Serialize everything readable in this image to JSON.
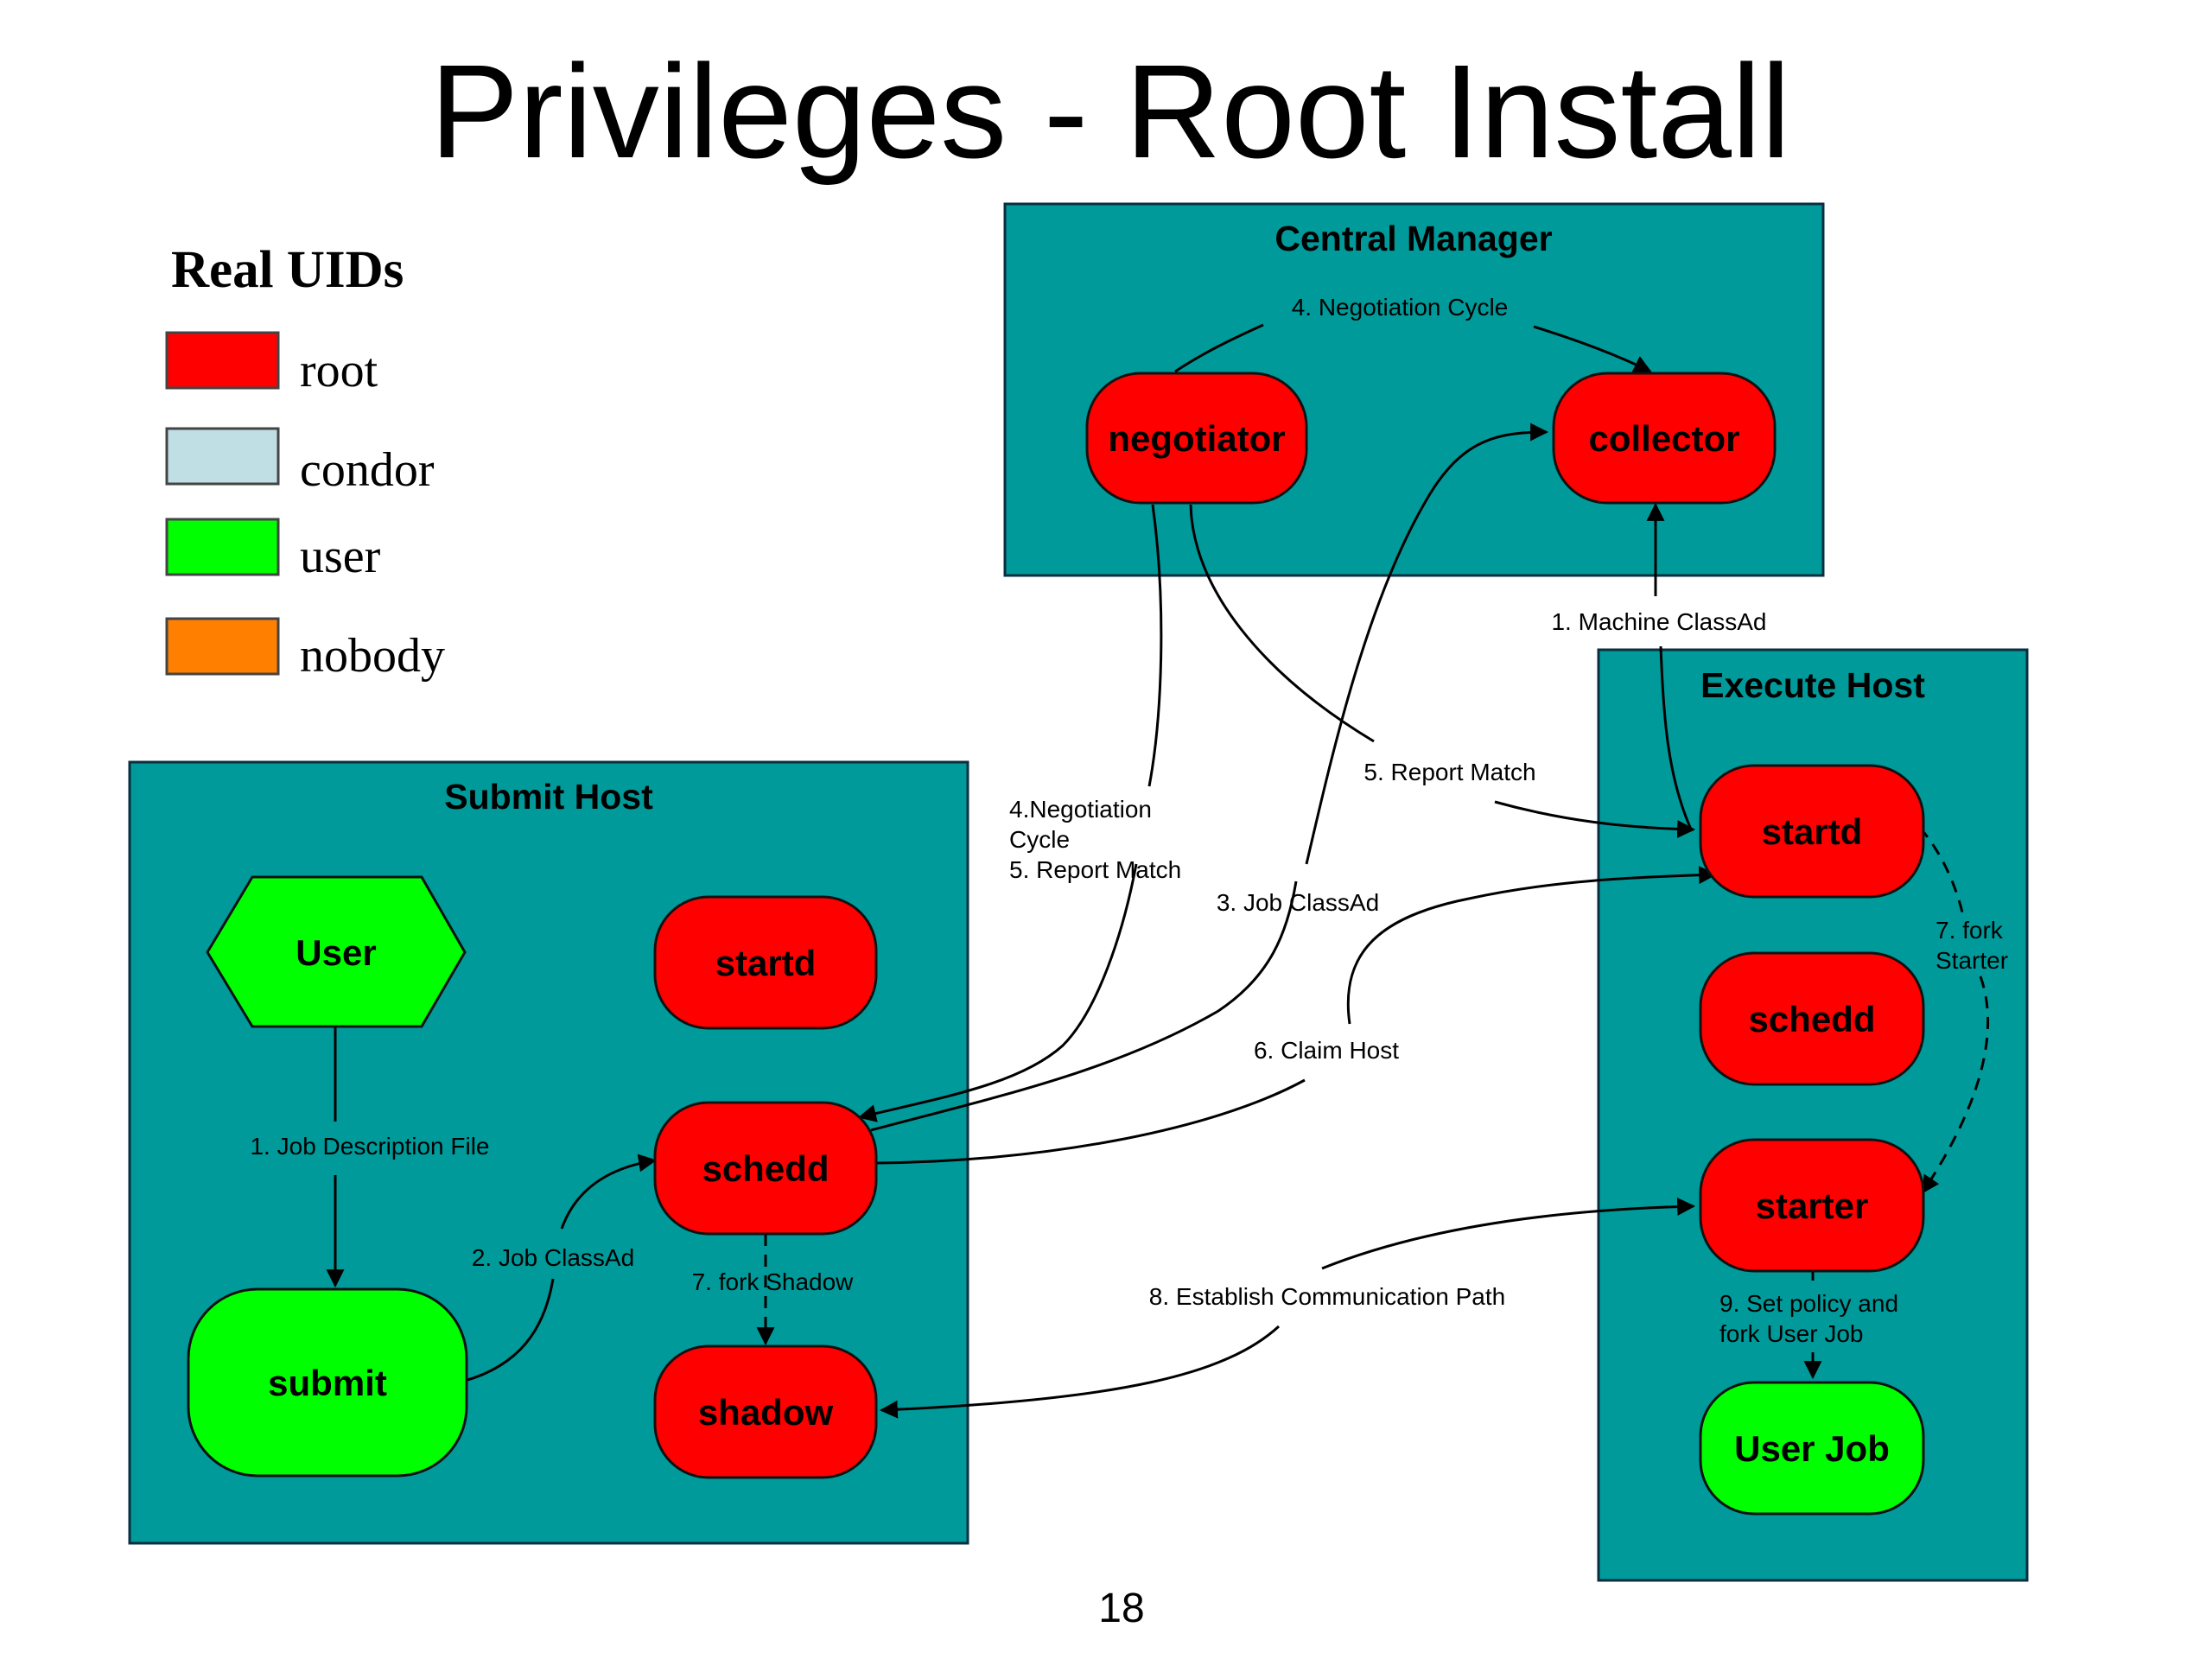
{
  "title": "Privileges - Root Install",
  "page_number": "18",
  "legend": {
    "title": "Real UIDs",
    "items": [
      {
        "label": "root",
        "color": "#ff0000"
      },
      {
        "label": "condor",
        "color": "#c0dfe4"
      },
      {
        "label": "user",
        "color": "#00ff00"
      },
      {
        "label": "nobody",
        "color": "#ff8000"
      }
    ]
  },
  "colors": {
    "host_fill": "#009a9a",
    "root": "#ff0000",
    "user": "#00ff00"
  },
  "hosts": {
    "central_manager": "Central Manager",
    "execute_host": "Execute Host",
    "submit_host": "Submit Host"
  },
  "nodes": {
    "negotiator": "negotiator",
    "collector": "collector",
    "exec_startd": "startd",
    "exec_schedd": "schedd",
    "starter": "starter",
    "user_job": "User Job",
    "user": "User",
    "submit_startd": "startd",
    "submit_schedd": "schedd",
    "submit": "submit",
    "shadow": "shadow"
  },
  "edges": {
    "negotiation_cycle_cm": "4. Negotiation Cycle",
    "machine_classad": "1. Machine ClassAd",
    "report_match": "5. Report Match",
    "negotiation_report_1": "4.Negotiation",
    "negotiation_report_2": "Cycle",
    "negotiation_report_3": "5. Report Match",
    "job_classad_3": "3. Job ClassAd",
    "fork_starter_1": "7. fork",
    "fork_starter_2": "Starter",
    "claim_host": "6. Claim Host",
    "job_description_file": "1. Job Description File",
    "job_classad_2": "2. Job ClassAd",
    "fork_shadow": "7. fork Shadow",
    "establish_comm": "8. Establish Communication Path",
    "set_policy_1": "9. Set policy and",
    "set_policy_2": "fork User Job"
  }
}
